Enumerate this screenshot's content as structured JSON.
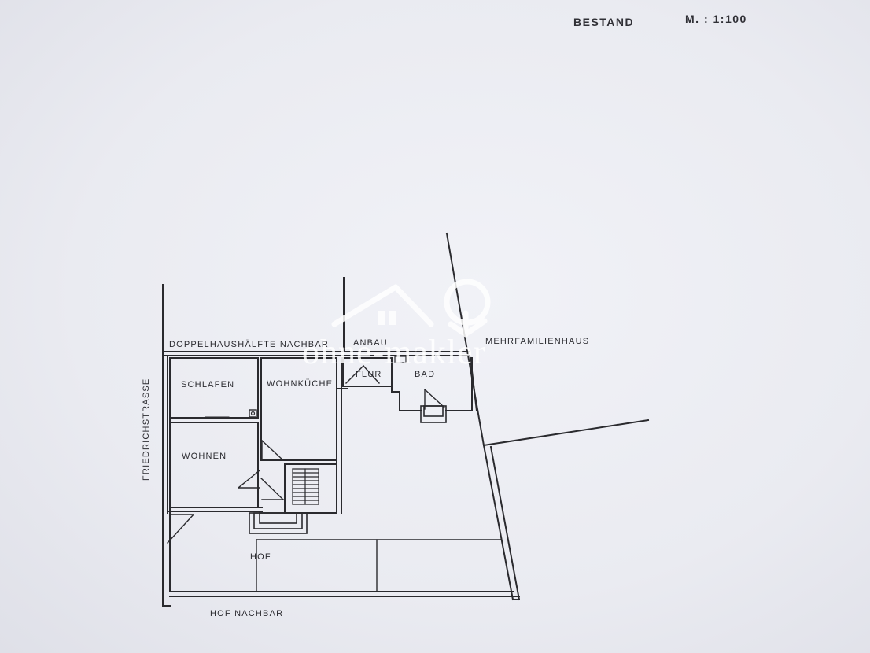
{
  "header": {
    "title": "BESTAND",
    "scale": "M. : 1:100"
  },
  "labels": {
    "neighbor_semi": "DOPPELHAUSHÄLFTE NACHBAR",
    "annex": "ANBAU",
    "apartment_building": "MEHRFAMILIENHAUS",
    "bedroom": "SCHLAFEN",
    "kitchen_living": "WOHNKÜCHE",
    "hall": "FLUR",
    "bath": "BAD",
    "living": "WOHNEN",
    "street": "FRIEDRICHSTRASSE",
    "courtyard": "HOF",
    "neighbor_courtyard": "HOF NACHBAR"
  },
  "watermark": {
    "text": "ohne-makler",
    "icon": "house-tree-logo"
  },
  "colors": {
    "paper": "#ecedf3",
    "ink": "#2a2a2e",
    "watermark": "#ffffff"
  }
}
